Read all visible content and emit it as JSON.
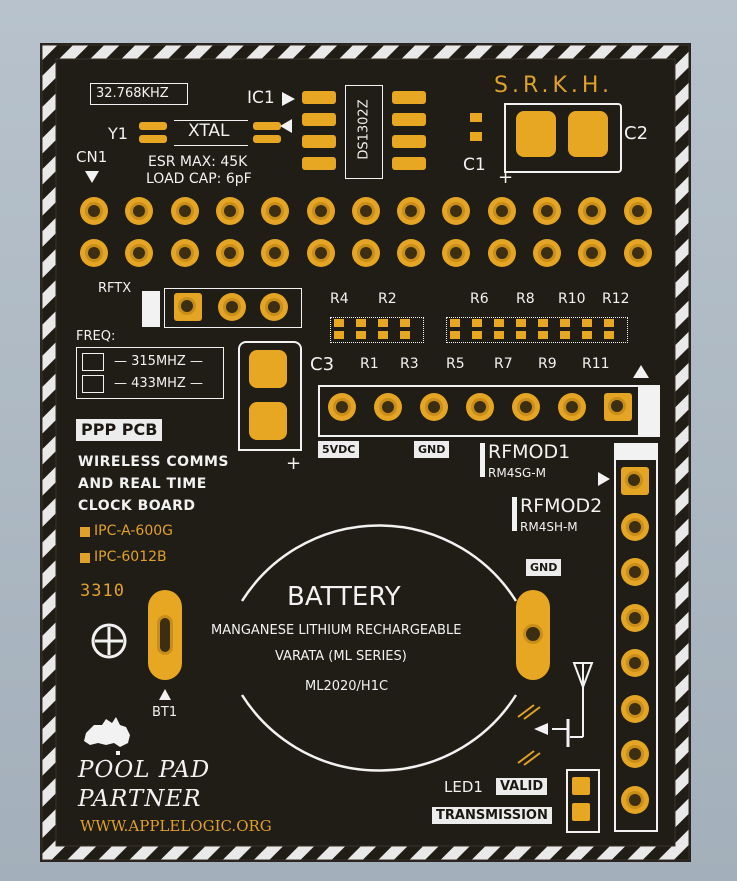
{
  "board": {
    "crystal_freq": "32.768KHZ",
    "y1": "Y1",
    "xtal": "XTAL",
    "esr": "ESR MAX: 45K",
    "load_cap": "LOAD CAP: 6pF",
    "ic1": "IC1",
    "ic_part": "DS1302Z",
    "c1": "C1",
    "c2": "C2",
    "c3": "C3",
    "plus": "+",
    "srkh": "S.R.K.H.",
    "cn1": "CN1",
    "rftx": "RFTX",
    "freq_label": "FREQ:",
    "freq_315": "— 315MHZ —",
    "freq_433": "— 433MHZ —",
    "resistors_top": [
      "R4",
      "R2",
      "R6",
      "R8",
      "R10",
      "R12"
    ],
    "resistors_bottom": [
      "R1",
      "R3",
      "R5",
      "R7",
      "R9",
      "R11"
    ],
    "vdc": "5VDC",
    "gnd": "GND",
    "gnd2": "GND",
    "ppp_pcb": "PPP PCB",
    "desc_lines": [
      "WIRELESS COMMS",
      "AND REAL TIME",
      "CLOCK BOARD"
    ],
    "ipc1": "IPC-A-600G",
    "ipc2": "IPC-6012B",
    "code": "3310",
    "rfmod1": "RFMOD1",
    "rfmod1_part": "RM4SG-M",
    "rfmod2": "RFMOD2",
    "rfmod2_part": "RM4SH-M",
    "battery_title": "BATTERY",
    "battery_line1": "MANGANESE LITHIUM RECHARGEABLE",
    "battery_line2": "VARATA (ML SERIES)",
    "battery_model": "ML2020/H1C",
    "bt1": "BT1",
    "pool_pad_line1": "POOL PAD",
    "pool_pad_line2": "PARTNER",
    "website": "WWW.APPLELOGIC.ORG",
    "led1": "LED1",
    "valid": "VALID",
    "transmission": "TRANSMISSION"
  },
  "colors": {
    "board": "#201c16",
    "copper": "#e4a524",
    "silkscreen": "#f2f2f2",
    "background": "#a9b4bf"
  }
}
